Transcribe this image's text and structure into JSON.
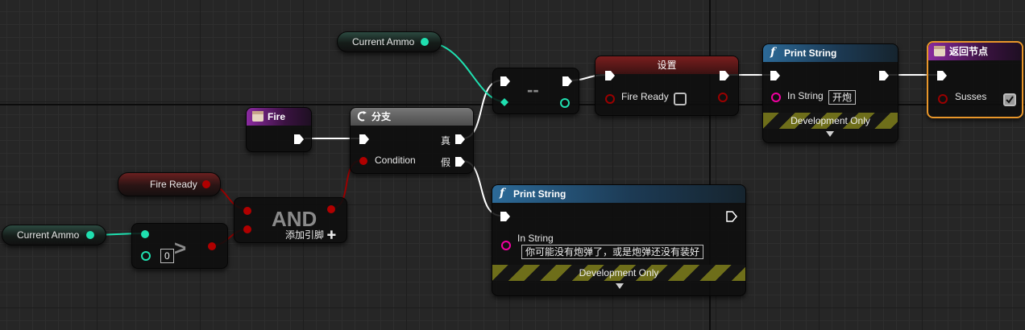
{
  "nodes": {
    "current_ammo_top": {
      "label": "Current Ammo"
    },
    "current_ammo_left": {
      "label": "Current Ammo"
    },
    "fire_ready_getter": {
      "label": "Fire Ready"
    },
    "fire_event": {
      "title": "Fire"
    },
    "branch": {
      "title": "分支",
      "condition_label": "Condition",
      "true_label": "真",
      "false_label": "假"
    },
    "and_node": {
      "title": "AND",
      "add_pin_label": "添加引脚 ✚"
    },
    "greater": {
      "symbol": ">",
      "value": "0"
    },
    "decrement": {
      "symbol": "--"
    },
    "set_node": {
      "title": "设置",
      "var_label": "Fire Ready",
      "checked": false
    },
    "print_top": {
      "title": "Print String",
      "in_string_label": "In String",
      "in_string_value": "开炮",
      "dev_only": "Development Only"
    },
    "print_bottom": {
      "title": "Print String",
      "in_string_label": "In String",
      "in_string_value": "你可能没有炮弹了，或是炮弹还没有装好",
      "dev_only": "Development Only"
    },
    "return_node": {
      "title": "返回节点",
      "param_label": "Susses",
      "checked": true
    }
  },
  "colors": {
    "exec": "#ffffff",
    "integer": "#1fe0b0",
    "boolean": "#b00000",
    "string": "#f000a0",
    "selection": "#e8962a"
  }
}
